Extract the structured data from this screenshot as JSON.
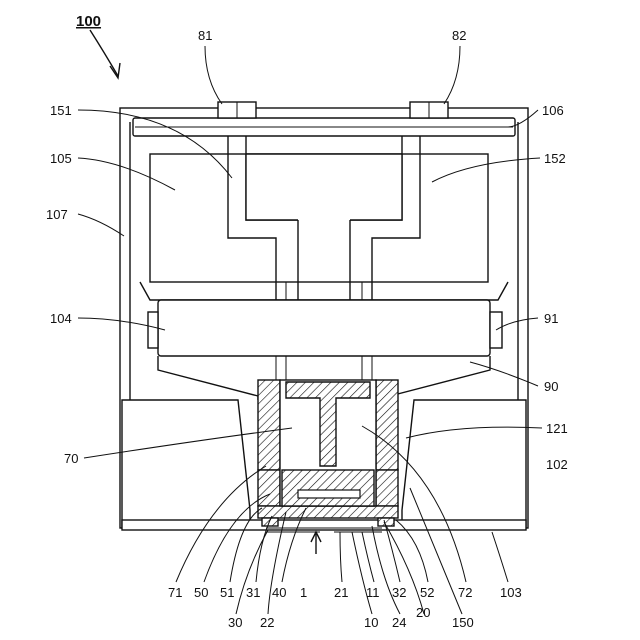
{
  "figure": {
    "main_ref": "100",
    "labels": {
      "l81": "81",
      "l82": "82",
      "l151": "151",
      "l106": "106",
      "l105": "105",
      "l152": "152",
      "l107": "107",
      "l104": "104",
      "l91": "91",
      "l90": "90",
      "l70": "70",
      "l121": "121",
      "l102": "102",
      "l71": "71",
      "l50": "50",
      "l51": "51",
      "l31": "31",
      "l40": "40",
      "l1": "1",
      "l21": "21",
      "l11": "11",
      "l32": "32",
      "l52": "52",
      "l72": "72",
      "l103": "103",
      "l30": "30",
      "l22": "22",
      "l10": "10",
      "l24": "24",
      "l20": "20",
      "l150": "150"
    }
  }
}
